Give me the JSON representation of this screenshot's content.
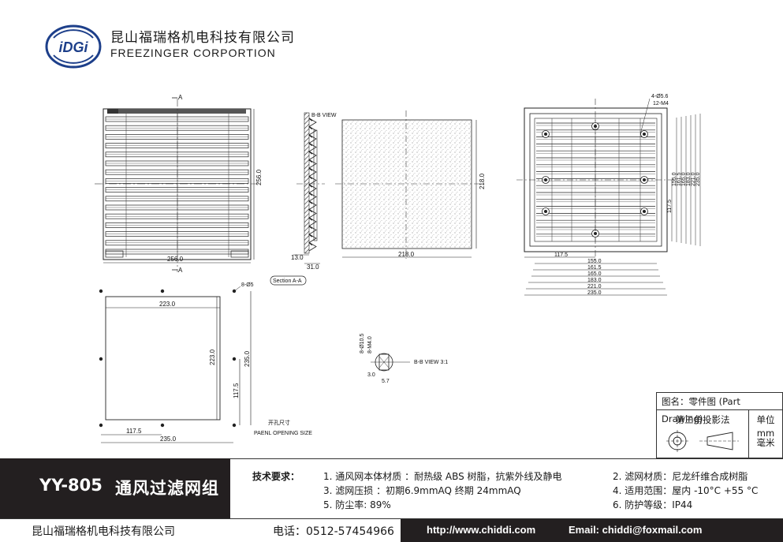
{
  "header": {
    "logo_text": "iDGi",
    "company_cn": "昆山福瑞格机电科技有限公司",
    "company_en": "FREEZINGER  CORPORTION"
  },
  "drawing": {
    "front_view": {
      "section_label": "A",
      "width_dim": "256.0",
      "height_dim": "256.0",
      "section_label_bottom": "A"
    },
    "section_view": {
      "bb_label": "B-B VIEW",
      "depth_dim": "13.0",
      "depth2_dim": "31.0",
      "caption": "Section A-A"
    },
    "filter_view": {
      "width_dim": "218.0",
      "height_dim": "218.0"
    },
    "rear_view": {
      "hole_dim": "4-Ø5.6",
      "thread_dim": "12-M4",
      "widths": [
        "117.5",
        "155.0",
        "161.5",
        "165.0",
        "183.0",
        "221.0",
        "235.0"
      ],
      "heights": [
        "117.5",
        "155.0",
        "161.5",
        "165.0",
        "183.0",
        "221.0",
        "235.0"
      ]
    },
    "cutout": {
      "hole_dim": "8-Ø5",
      "inner_width": "223.0",
      "inner_height": "223.0",
      "outer_height": "235.0",
      "half_height": "117.5",
      "half_width": "117.5",
      "outer_width": "235.0",
      "caption_cn": "开孔尺寸",
      "caption_en": "PAENL OPENING SIZE"
    },
    "detail": {
      "dim1": "8-Ø10.5",
      "dim2": "8-M4.0",
      "dim3": "3.0",
      "dim4": "5.7",
      "label": "B-B VIEW 3:1"
    }
  },
  "legend": {
    "title": "图名：零件图 (Part Drawing)",
    "projection": "第三角投影法",
    "unit_label": "单位",
    "unit_mm": "mm",
    "unit_cn": "毫米"
  },
  "model": {
    "code": "YY-805",
    "name": "通风过滤网组"
  },
  "specs": {
    "label": "技术要求：",
    "item1": "1. 通风网本体材质  ：耐热级 ABS 树脂，抗紫外线及静电",
    "item2": "2. 滤网材质：尼龙纤维合成树脂",
    "item3": "3. 滤网压损  ：初期6.9mmAQ 终期 24mmAQ",
    "item4": "4. 适用范围：屋内 -10°C  +55 °C",
    "item5": "5. 防尘率: 89%",
    "item6": "6. 防护等级：IP44"
  },
  "footer": {
    "company": "昆山福瑞格机电科技有限公司",
    "phone": "电话：0512-57454966",
    "website": "http://www.chiddi.com",
    "email": "Email: chiddi@foxmail.com"
  }
}
